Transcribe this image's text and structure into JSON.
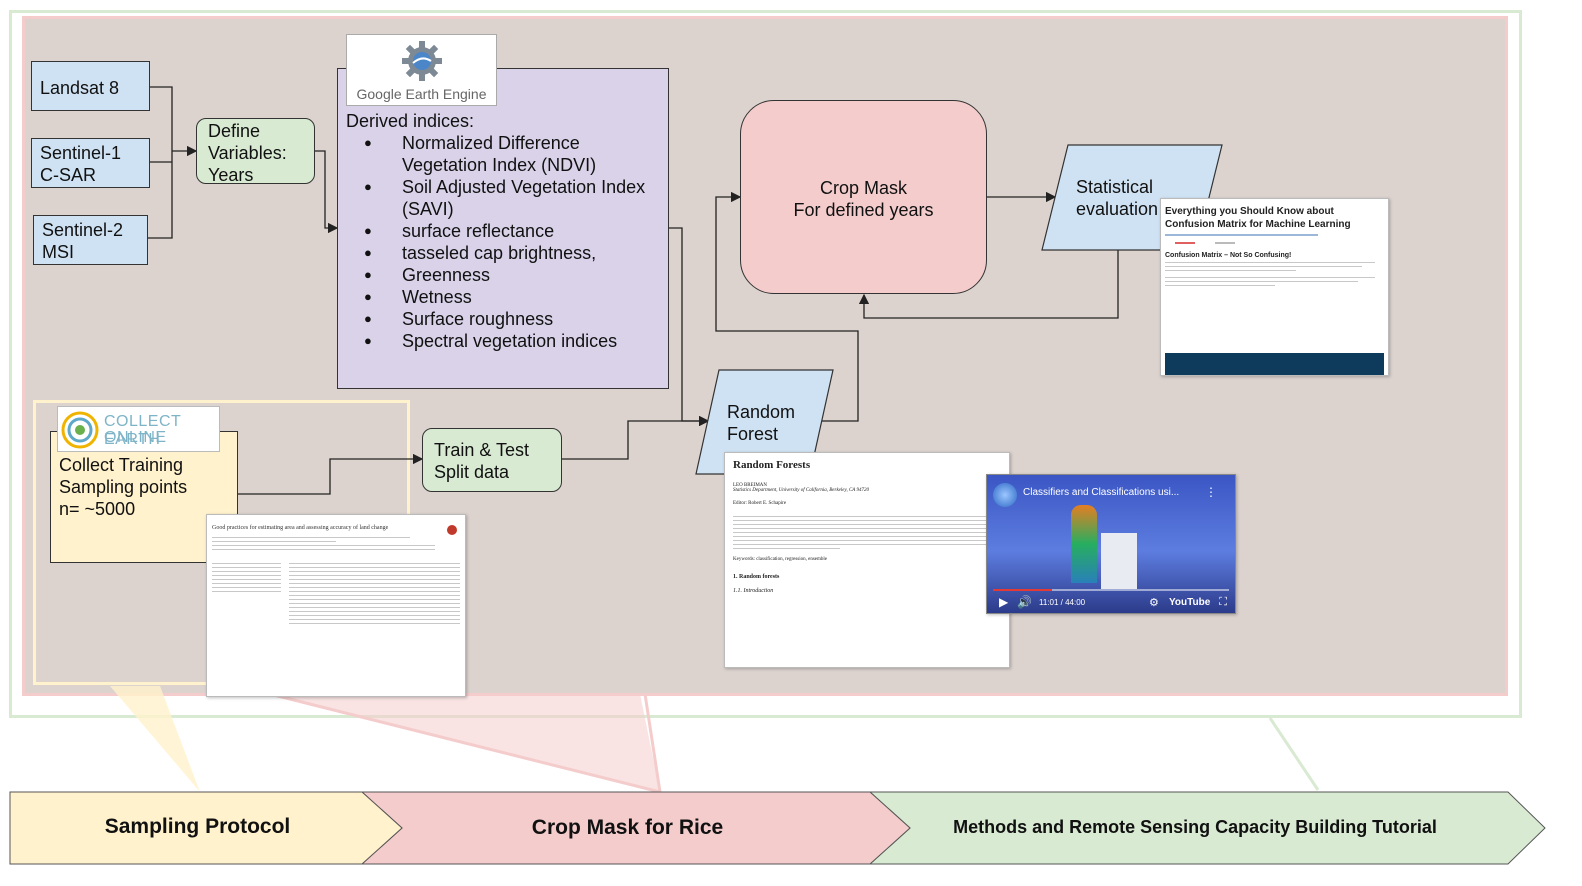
{
  "sources": {
    "landsat": "Landsat 8",
    "sentinel1": [
      "Sentinel-1",
      "C-SAR"
    ],
    "sentinel2": [
      "Sentinel-2",
      "MSI"
    ]
  },
  "define_variables": [
    "Define",
    "Variables:",
    "Years"
  ],
  "gee": {
    "logo_text": "Google Earth Engine",
    "header": "Derived indices:",
    "indices": [
      "Normalized Difference Vegetation Index (NDVI)",
      "Soil Adjusted Vegetation Index (SAVI)",
      "surface reflectance",
      "tasseled cap brightness,",
      "Greenness",
      "Wetness",
      "Surface roughness",
      "Spectral vegetation indices"
    ]
  },
  "crop_mask": [
    "Crop Mask",
    "For defined years"
  ],
  "statistical": [
    "Statistical",
    "evaluation"
  ],
  "random_forest": [
    "Random",
    "Forest"
  ],
  "train_test": [
    "Train & Test",
    "Split data"
  ],
  "collect": {
    "logo_text": [
      "COLLECT EARTH",
      "ONLINE"
    ],
    "lines": [
      "Collect Training",
      "Sampling points",
      "n= ~5000"
    ]
  },
  "thumb_confusion": {
    "title": "Everything you Should Know about Confusion Matrix for Machine Learning",
    "subtitle": "Confusion Matrix – Not So Confusing!"
  },
  "thumb_rf": {
    "title": "Random Forests",
    "author": "LEO BREIMAN",
    "affiliation": "Statistics Department, University of California, Berkeley, CA 94720",
    "editor": "Editor: Robert E. Schapire",
    "keywords": "Keywords:   classification, regression, ensemble",
    "section": "1.   Random forests",
    "subsection": "1.1.   Introduction"
  },
  "thumb_paper": {
    "title": "Good practices for estimating area and assessing accuracy of land change"
  },
  "thumb_video": {
    "title": "Classifiers and Classifications usi...",
    "time": "11:01 / 44:00",
    "brand": "YouTube"
  },
  "bottom_arrows": [
    "Sampling Protocol",
    "Crop Mask for Rice",
    "Methods and Remote Sensing Capacity Building Tutorial"
  ],
  "colors": {
    "yellow": "#fff2cc",
    "pink": "#f4cccc",
    "green": "#d9ead3",
    "blue": "#cfe2f3",
    "lilac": "#d9d2e9",
    "panel": "#dcd3cf"
  }
}
